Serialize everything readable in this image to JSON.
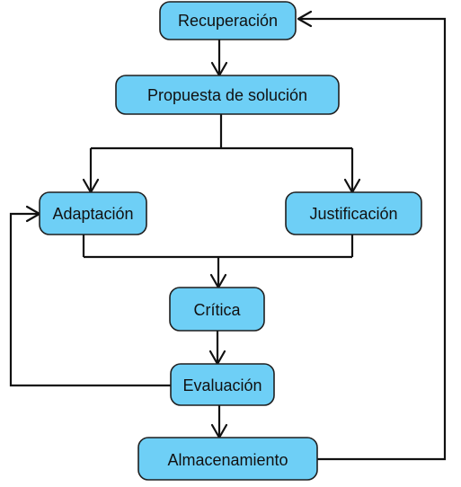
{
  "nodes": {
    "recuperacion": "Recuperación",
    "propuesta": "Propuesta de solución",
    "adaptacion": "Adaptación",
    "justificacion": "Justificación",
    "critica": "Crítica",
    "evaluacion": "Evaluación",
    "almacenamiento": "Almacenamiento"
  },
  "colors": {
    "node_fill": "#6ecff6",
    "node_stroke": "#1f1f1f",
    "edge": "#111111"
  }
}
